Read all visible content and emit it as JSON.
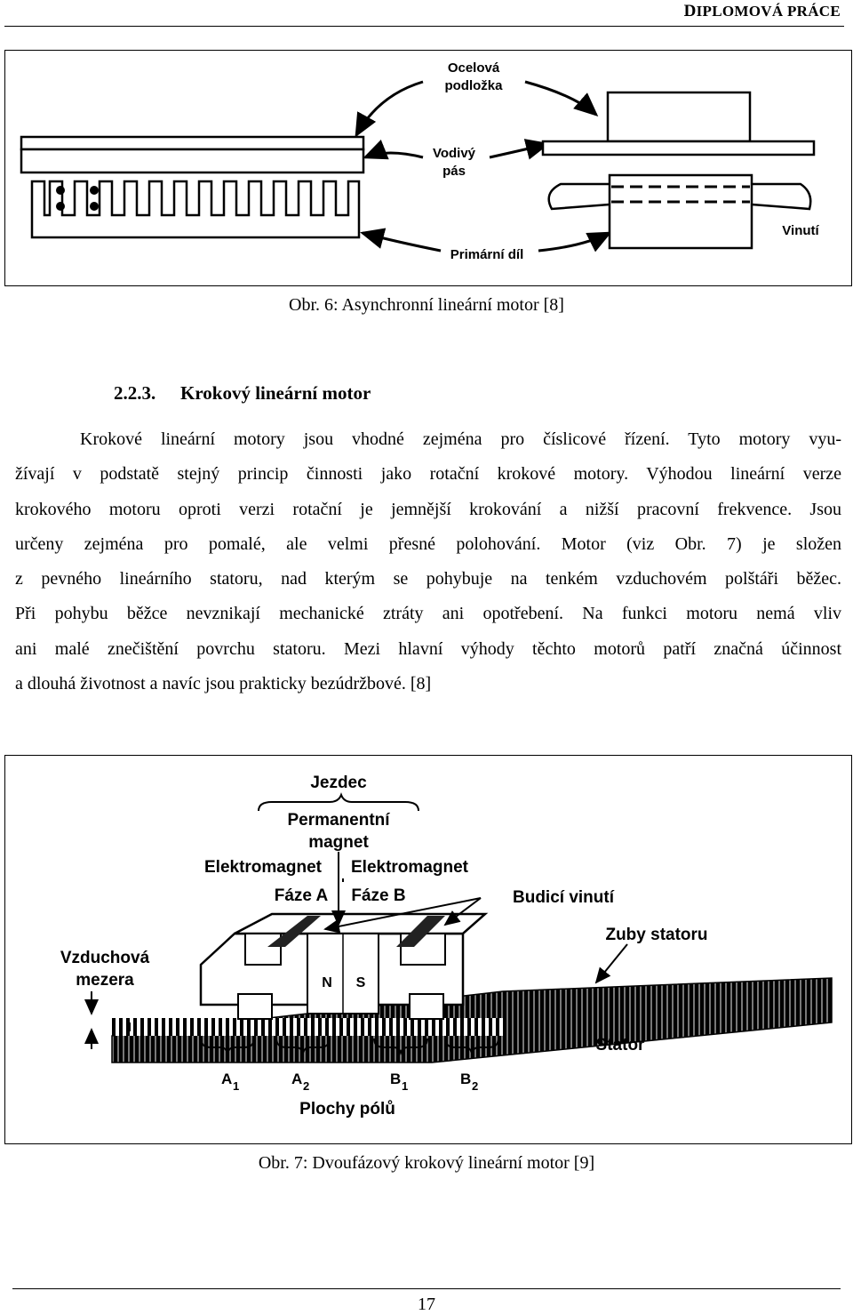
{
  "header": {
    "title_initial": "D",
    "title_rest": "IPLOMOVÁ PRÁCE"
  },
  "figure1": {
    "labels": {
      "steel": [
        "Ocelová",
        "podložka"
      ],
      "strip": [
        "Vodivý",
        "pás"
      ],
      "primary": "Primární díl",
      "winding": "Vinutí"
    },
    "caption": "Obr. 6: Asynchronní lineární motor [8]"
  },
  "section": {
    "number": "2.2.3.",
    "title": "Krokový lineární motor"
  },
  "paragraph": [
    "Krokové lineární motory jsou vhodné zejména pro číslicové řízení. Tyto motory vyu-",
    "žívají v podstatě stejný princip činnosti jako rotační krokové motory. Výhodou lineární verze",
    "krokového motoru oproti verzi rotační je jemnější krokování a nižší pracovní frekvence. Jsou",
    "určeny zejména pro pomalé, ale velmi přesné polohování. Motor (viz Obr. 7) je složen",
    "z pevného lineárního statoru, nad kterým se pohybuje na tenkém vzduchovém polštáři běžec.",
    "Při pohybu běžce nevznikají mechanické ztráty ani opotřebení. Na funkci motoru nemá vliv",
    "ani malé znečištění povrchu statoru. Mezi hlavní výhody těchto motorů patří značná účinnost",
    "a dlouhá životnost a navíc jsou prakticky bezúdržbové. [8]"
  ],
  "figure2": {
    "labels": {
      "slider": "Jezdec",
      "pm_line1": "Permanentní",
      "pm_line2": "magnet",
      "em_a": "Elektromagnet",
      "em_b": "Elektromagnet",
      "phase_a": "Fáze A",
      "phase_b": "Fáze B",
      "excitation": "Budicí vinutí",
      "teeth": "Zuby statoru",
      "gap_line1": "Vzduchová",
      "gap_line2": "mezera",
      "n": "N",
      "s": "S",
      "stator": "Stator",
      "a1": "A",
      "a1_sub": "1",
      "a2": "A",
      "a2_sub": "2",
      "b1": "B",
      "b1_sub": "1",
      "b2": "B",
      "b2_sub": "2",
      "poles": "Plochy pólů"
    },
    "caption": "Obr. 7: Dvoufázový krokový lineární motor [9]"
  },
  "footer": {
    "page_number": "17"
  }
}
